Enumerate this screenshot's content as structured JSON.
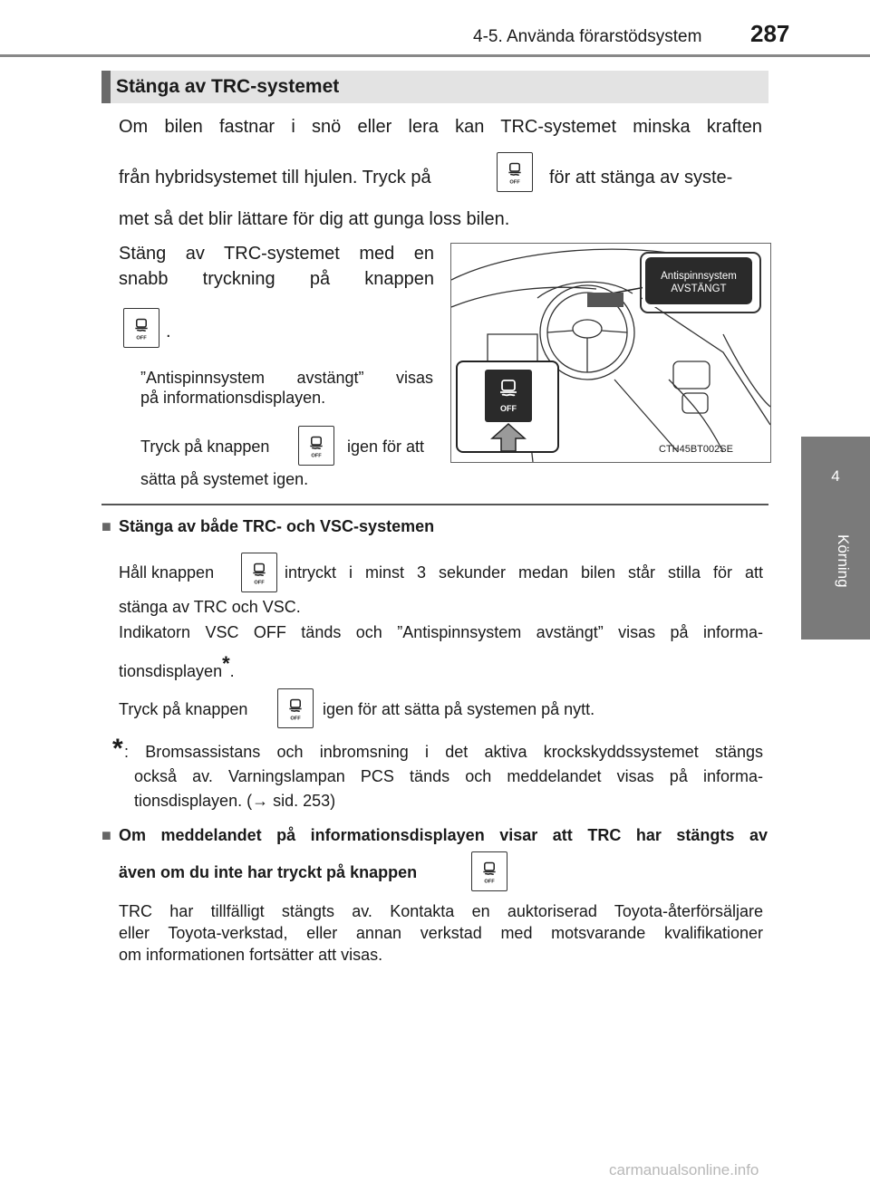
{
  "header": {
    "section": "4-5. Använda förarstödsystem",
    "page": "287"
  },
  "side_tab": {
    "number": "4",
    "label": "Körning"
  },
  "section": {
    "title": "Stänga av TRC-systemet",
    "intro_line1": "Om bilen fastnar i snö eller lera kan TRC-systemet minska kraften",
    "intro_line2a": "från hybridsystemet till hjulen. Tryck på",
    "intro_line2b": "för att stänga av syste-",
    "intro_line3": "met så det blir lättare för dig att gunga loss bilen.",
    "step_line1": "Stäng av TRC-systemet med en",
    "step_line2": "snabb tryckning på knappen",
    "step_period": ".",
    "note_line1": "”Antispinnsystem avstängt” visas",
    "note_line2": "på informationsdisplayen.",
    "note2_a": "Tryck på knappen",
    "note2_b": "igen för att",
    "note2_c": "sätta på systemet igen."
  },
  "figure": {
    "callout_line1": "Antispinnsystem",
    "callout_line2": "AVSTÄNGT",
    "button_label": "OFF",
    "code": "CTH45BT002SE"
  },
  "sub1": {
    "bullet": "■",
    "title": "Stänga av både TRC- och VSC-systemen",
    "line1a": "Håll knappen",
    "line1b": "intryckt i minst 3 sekunder medan bilen står stilla för att",
    "line2": "stänga av TRC och VSC.",
    "line3": "Indikatorn VSC OFF tänds och ”Antispinnsystem avstängt” visas på informa-",
    "line4": "tionsdisplayen",
    "line4_star": "*",
    "line4_end": ".",
    "line5a": "Tryck på knappen",
    "line5b": "igen för att sätta på systemen på nytt."
  },
  "footnote": {
    "star": "*",
    "line1": ": Bromsassistans och inbromsning i det aktiva krockskyddssystemet stängs",
    "line2": "också av. Varningslampan PCS tänds och meddelandet visas på informa-",
    "line3": "tionsdisplayen. (→ sid. 253)"
  },
  "sub2": {
    "bullet": "■",
    "title_line1": "Om meddelandet på informationsdisplayen visar att TRC har stängts av",
    "title_line2": "även om du inte har tryckt på knappen",
    "body_line1": "TRC har tillfälligt stängts av. Kontakta en auktoriserad Toyota-återförsäljare",
    "body_line2": "eller Toyota-verkstad, eller annan verkstad med motsvarande kvalifikationer",
    "body_line3": "om informationen fortsätter att visas."
  },
  "watermark": "carmanualsonline.info",
  "icons": {
    "trc_off": "trc-off-button-icon"
  }
}
